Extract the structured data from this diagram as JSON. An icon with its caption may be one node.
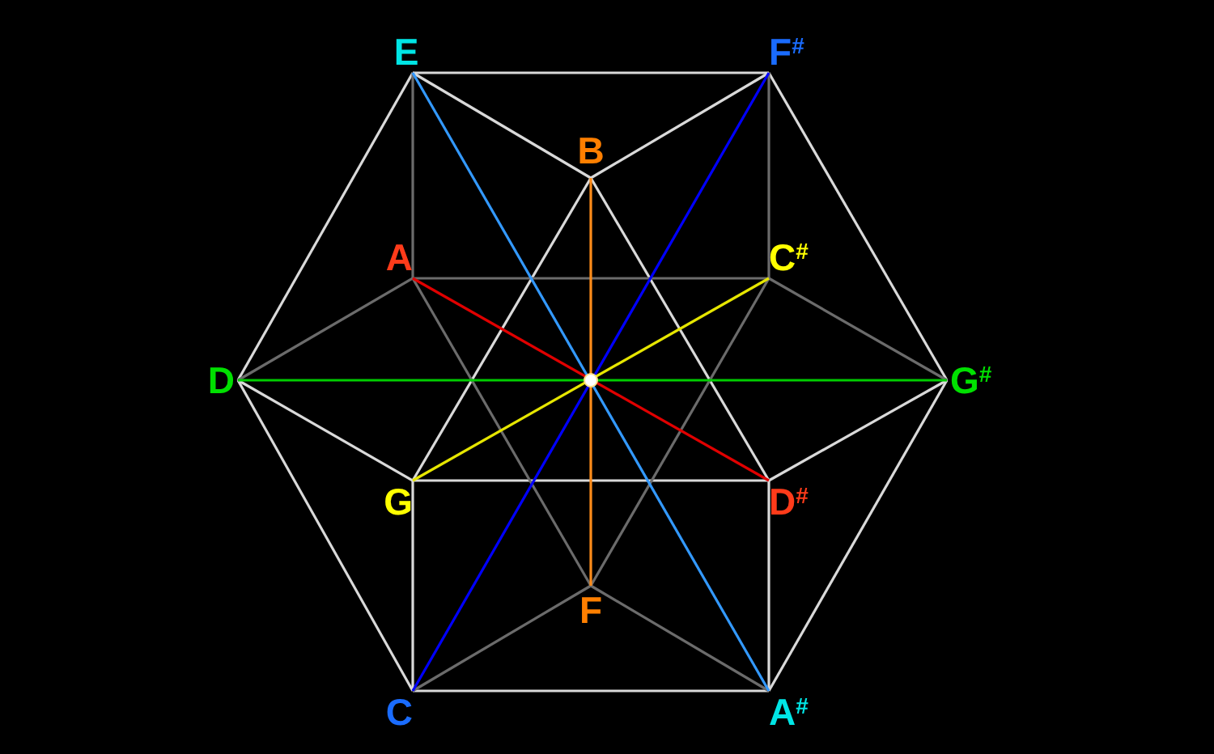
{
  "diagram": {
    "nodes": [
      {
        "text": [
          "E"
        ]
      },
      {
        "text": [
          "F$^{#}$"
        ]
      },
      {
        "text": [
          "B"
        ]
      },
      {
        "text": [
          "A"
        ]
      },
      {
        "text": [
          "C$^{#}$"
        ]
      },
      {
        "text": [
          "D"
        ]
      },
      {
        "text": [
          "G$^{#}$"
        ]
      },
      {
        "text": [
          "G"
        ]
      },
      {
        "text": [
          "D$^{#}$"
        ]
      },
      {
        "text": [
          "F"
        ]
      },
      {
        "text": [
          "C"
        ]
      },
      {
        "text": [
          "A$^{#}$"
        ]
      }
    ],
    "edges": [
      {
        "from": 0,
        "to": 1,
        "arrow": "none"
      },
      {
        "from": 1,
        "to": 6,
        "arrow": "none"
      },
      {
        "from": 6,
        "to": 11,
        "arrow": "none"
      },
      {
        "from": 11,
        "to": 10,
        "arrow": "none"
      },
      {
        "from": 10,
        "to": 5,
        "arrow": "none"
      },
      {
        "from": 5,
        "to": 0,
        "arrow": "none"
      },
      {
        "from": 0,
        "to": 2,
        "arrow": "none"
      },
      {
        "from": 2,
        "to": 1,
        "arrow": "none"
      },
      {
        "from": 2,
        "to": 7,
        "arrow": "none"
      },
      {
        "from": 2,
        "to": 8,
        "arrow": "none"
      },
      {
        "from": 7,
        "to": 8,
        "arrow": "none"
      },
      {
        "from": 7,
        "to": 10,
        "arrow": "none"
      },
      {
        "from": 8,
        "to": 11,
        "arrow": "none"
      },
      {
        "from": 5,
        "to": 7,
        "arrow": "none"
      },
      {
        "from": 6,
        "to": 8,
        "arrow": "none"
      },
      {
        "from": 0,
        "to": 3,
        "arrow": "none",
        "color": "#6b6b6b"
      },
      {
        "from": 1,
        "to": 4,
        "arrow": "none",
        "color": "#6b6b6b"
      },
      {
        "from": 3,
        "to": 4,
        "arrow": "none",
        "color": "#6b6b6b"
      },
      {
        "from": 5,
        "to": 3,
        "arrow": "none",
        "color": "#6b6b6b"
      },
      {
        "from": 4,
        "to": 6,
        "arrow": "none",
        "color": "#6b6b6b"
      },
      {
        "from": 3,
        "to": 9,
        "arrow": "none",
        "color": "#6b6b6b"
      },
      {
        "from": 4,
        "to": 9,
        "arrow": "none",
        "color": "#6b6b6b"
      },
      {
        "from": 9,
        "to": 10,
        "arrow": "none",
        "color": "#6b6b6b"
      },
      {
        "from": 9,
        "to": 11,
        "arrow": "none",
        "color": "#6b6b6b"
      },
      {
        "from": 0,
        "to": 11,
        "arrow": "none",
        "color": "#3399ff"
      },
      {
        "from": 1,
        "to": 10,
        "arrow": "none",
        "color": "#0000ff"
      },
      {
        "from": 3,
        "to": 8,
        "arrow": "none",
        "color": "#e00000"
      },
      {
        "from": 4,
        "to": 7,
        "arrow": "none",
        "color": "#e6e600"
      },
      {
        "from": 5,
        "to": 6,
        "arrow": "none",
        "color": "#00cc00"
      },
      {
        "from": 2,
        "to": 9,
        "arrow": "none",
        "color": "#ff8c1a"
      }
    ]
  }
}
